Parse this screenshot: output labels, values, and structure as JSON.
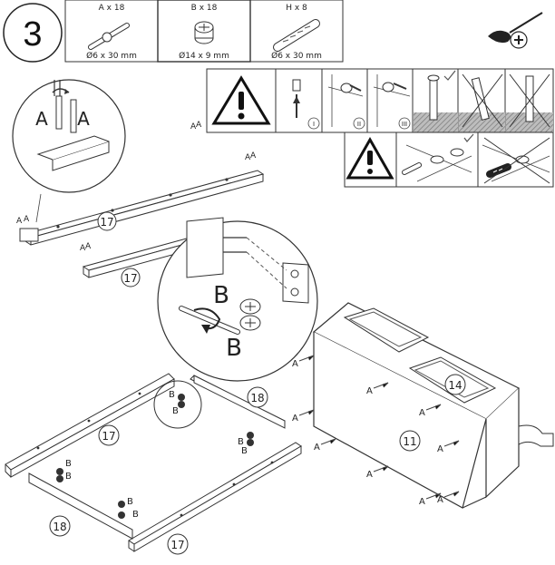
{
  "step_number": "3",
  "parts": [
    {
      "id": "A",
      "qty": "A x 18",
      "size": "Ø6 x 30 mm"
    },
    {
      "id": "B",
      "qty": "B x 18",
      "size": "Ø14 x 9 mm"
    },
    {
      "id": "H",
      "qty": "H x 8",
      "size": "Ø6 x 30 mm"
    }
  ],
  "substeps": [
    "I",
    "II",
    "III"
  ],
  "labels": {
    "a": "A",
    "b": "B",
    "p11": "11",
    "p14": "14",
    "p17": "17",
    "p18": "18"
  }
}
